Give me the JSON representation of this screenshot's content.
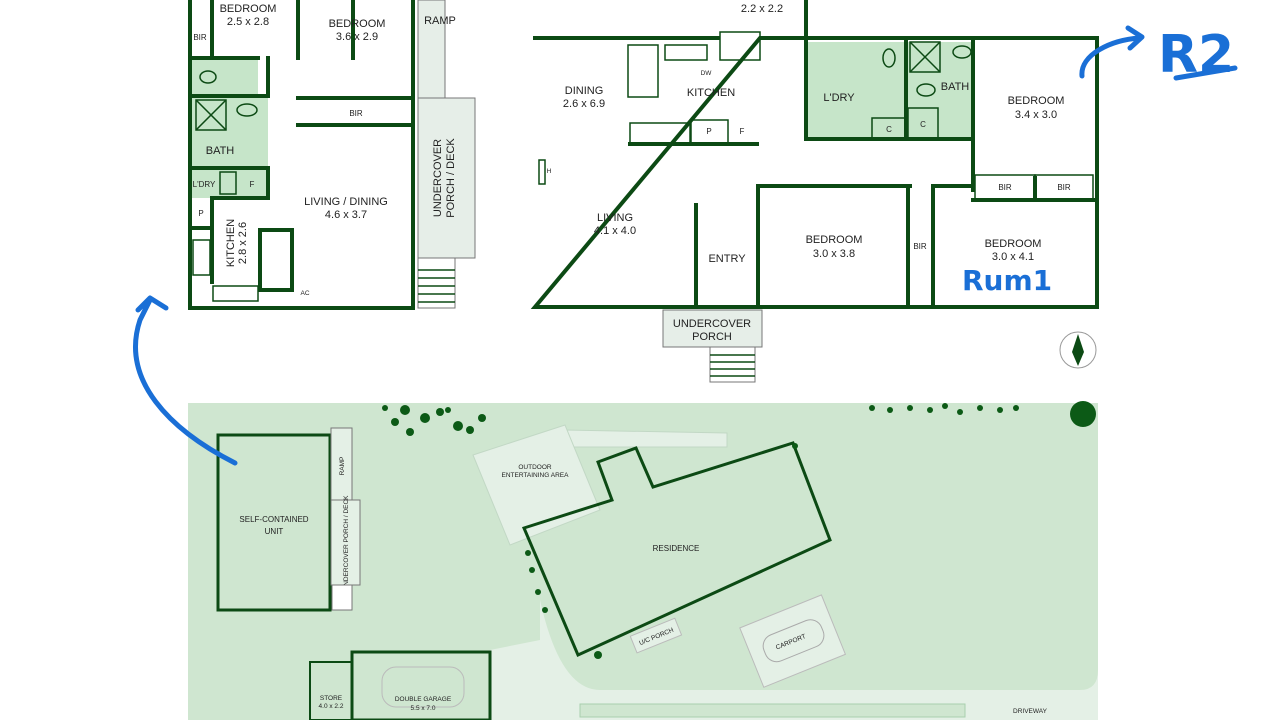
{
  "unit_plan": {
    "bedroom_top": "BEDROOM",
    "bedroom_top_size": "2.5 x 2.8",
    "bir_1": "BIR",
    "bedroom": "BEDROOM",
    "bedroom_size": "3.6 x 2.9",
    "ramp": "RAMP",
    "bir_2": "BIR",
    "bath": "BATH",
    "laundry": "L'DRY",
    "fridge": "F",
    "pantry": "P",
    "living_dining": "LIVING / DINING",
    "living_dining_size": "4.6 x 3.7",
    "kitchen": "KITCHEN",
    "kitchen_size": "2.8 x 2.6",
    "ac": "AC",
    "porch_deck_1": "UNDERCOVER",
    "porch_deck_2": "PORCH / DECK"
  },
  "house_plan": {
    "top_room_size": "2.2 x 2.2",
    "dining": "DINING",
    "dining_size": "2.6 x 6.9",
    "kitchen": "KITCHEN",
    "dw": "DW",
    "pantry": "P",
    "fridge": "F",
    "heater": "H",
    "laundry": "L'DRY",
    "cupboard_1": "C",
    "cupboard_2": "C",
    "bath": "BATH",
    "bedroom_ne": "BEDROOM",
    "bedroom_ne_size": "3.4 x 3.0",
    "bir_a": "BIR",
    "bir_b": "BIR",
    "bir_c": "BIR",
    "living": "LIVING",
    "living_size": "4.1 x 4.0",
    "entry": "ENTRY",
    "bedroom_mid": "BEDROOM",
    "bedroom_mid_size": "3.0 x 3.8",
    "bedroom_se": "BEDROOM",
    "bedroom_se_size": "3.0 x 4.1",
    "porch_1": "UNDERCOVER",
    "porch_2": "PORCH"
  },
  "site_plan": {
    "unit_1": "SELF-CONTAINED",
    "unit_2": "UNIT",
    "ramp": "RAMP",
    "deck": "UNDERCOVER PORCH / DECK",
    "outdoor_1": "OUTDOOR",
    "outdoor_2": "ENTERTAINING AREA",
    "residence": "RESIDENCE",
    "uc_porch": "U/C PORCH",
    "carport": "CARPORT",
    "store": "STORE",
    "store_size": "4.0 x 2.2",
    "garage": "DOUBLE GARAGE",
    "garage_size": "5.5 x 7.0",
    "driveway": "DRIVEWAY"
  },
  "annotations": {
    "r2": "R2",
    "room1": "Rum1",
    "ink_color": "#1a6fd6"
  },
  "colors": {
    "wall": "#0c4a14",
    "wet_area": "#c6e5c9",
    "lawn": "#cfe6d0"
  }
}
